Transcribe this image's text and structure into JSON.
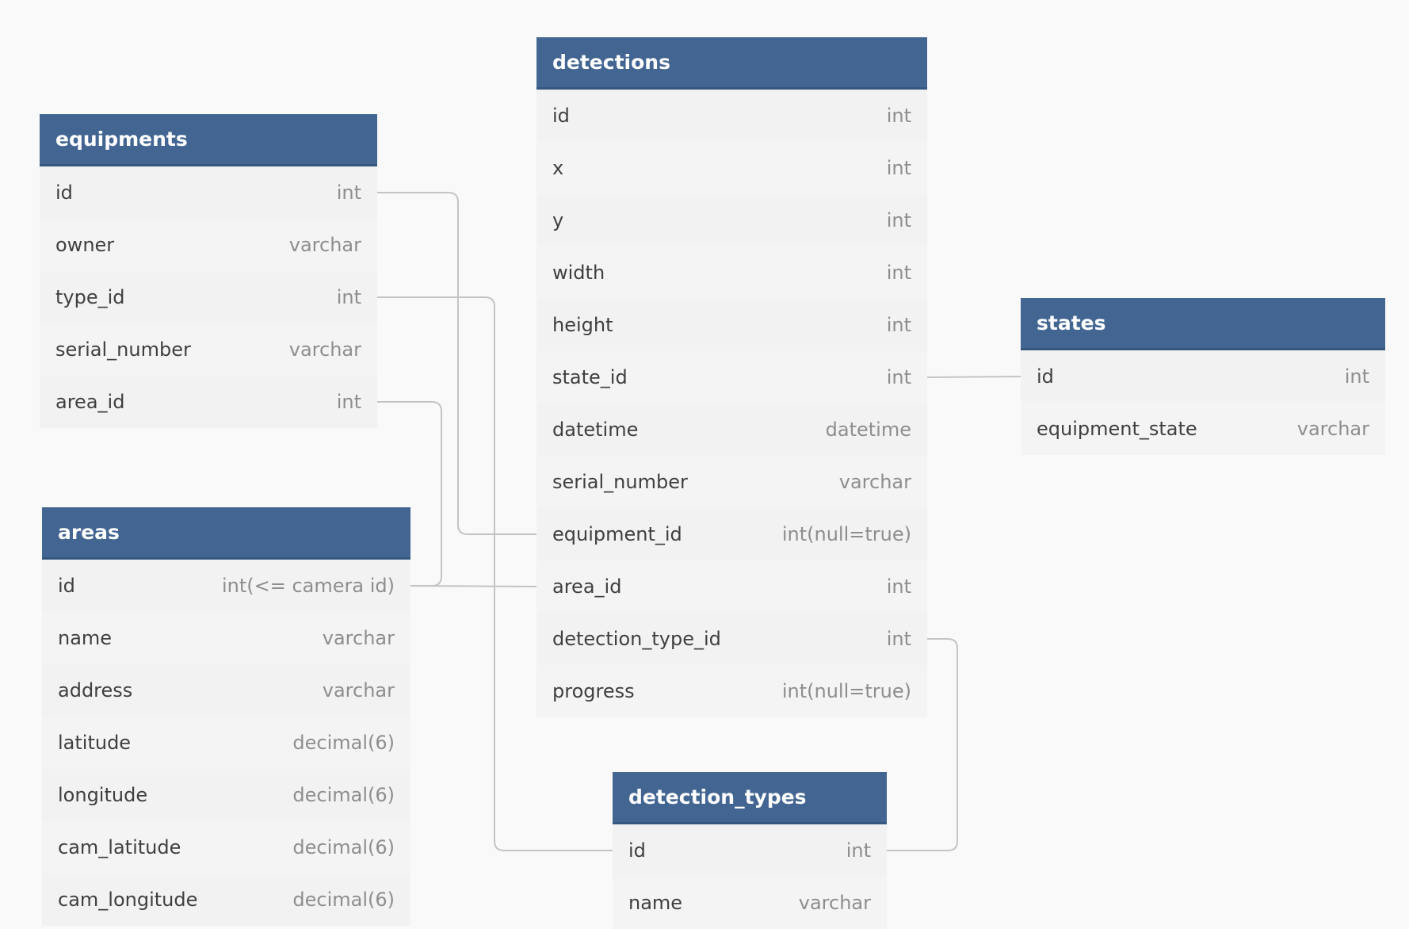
{
  "tables": [
    {
      "id": "detections",
      "name": "detections",
      "columns": [
        {
          "name": "id",
          "type": "int"
        },
        {
          "name": "x",
          "type": "int"
        },
        {
          "name": "y",
          "type": "int"
        },
        {
          "name": "width",
          "type": "int"
        },
        {
          "name": "height",
          "type": "int"
        },
        {
          "name": "state_id",
          "type": "int"
        },
        {
          "name": "datetime",
          "type": "datetime"
        },
        {
          "name": "serial_number",
          "type": "varchar"
        },
        {
          "name": "equipment_id",
          "type": "int(null=true)"
        },
        {
          "name": "area_id",
          "type": "int"
        },
        {
          "name": "detection_type_id",
          "type": "int"
        },
        {
          "name": "progress",
          "type": "int(null=true)"
        }
      ]
    },
    {
      "id": "equipments",
      "name": "equipments",
      "columns": [
        {
          "name": "id",
          "type": "int"
        },
        {
          "name": "owner",
          "type": "varchar"
        },
        {
          "name": "type_id",
          "type": "int"
        },
        {
          "name": "serial_number",
          "type": "varchar"
        },
        {
          "name": "area_id",
          "type": "int"
        }
      ]
    },
    {
      "id": "states",
      "name": "states",
      "columns": [
        {
          "name": "id",
          "type": "int"
        },
        {
          "name": "equipment_state",
          "type": "varchar"
        }
      ]
    },
    {
      "id": "areas",
      "name": "areas",
      "columns": [
        {
          "name": "id",
          "type": "int(<= camera id)"
        },
        {
          "name": "name",
          "type": "varchar"
        },
        {
          "name": "address",
          "type": "varchar"
        },
        {
          "name": "latitude",
          "type": "decimal(6)"
        },
        {
          "name": "longitude",
          "type": "decimal(6)"
        },
        {
          "name": "cam_latitude",
          "type": "decimal(6)"
        },
        {
          "name": "cam_longitude",
          "type": "decimal(6)"
        }
      ]
    },
    {
      "id": "detection_types",
      "name": "detection_types",
      "columns": [
        {
          "name": "id",
          "type": "int"
        },
        {
          "name": "name",
          "type": "varchar"
        }
      ]
    }
  ],
  "relationships": [
    {
      "from": "equipments.id",
      "to": "detections.equipment_id"
    },
    {
      "from": "equipments.type_id",
      "to": "detection_types.id"
    },
    {
      "from": "equipments.area_id",
      "to": "areas.id"
    },
    {
      "from": "areas.id",
      "to": "detections.area_id"
    },
    {
      "from": "detections.state_id",
      "to": "states.id"
    },
    {
      "from": "detections.detection_type_id",
      "to": "detection_types.id"
    }
  ],
  "colors": {
    "header": "#426592",
    "header_text": "#ffffff",
    "row_bg": "#f2f2f2",
    "name_text": "#3f3f3f",
    "type_text": "#8e8e8e",
    "connector": "#c4c4c4",
    "canvas": "#f9f9f9"
  }
}
